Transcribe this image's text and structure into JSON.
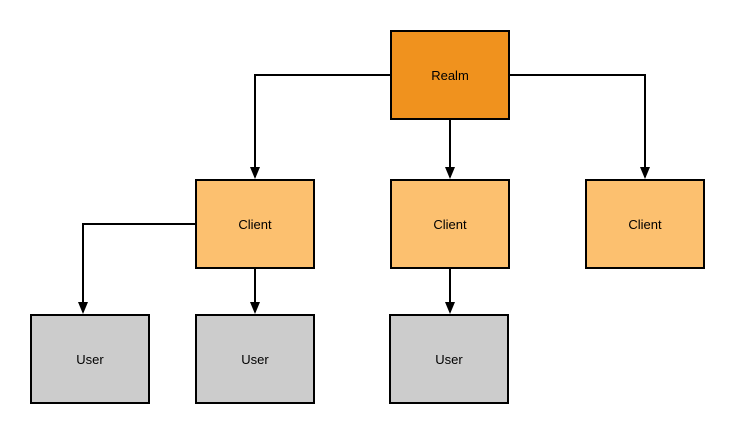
{
  "diagram": {
    "type": "hierarchy",
    "nodes": {
      "realm": {
        "id": "realm",
        "label": "Realm"
      },
      "client1": {
        "id": "client-1",
        "label": "Client"
      },
      "client2": {
        "id": "client-2",
        "label": "Client"
      },
      "client3": {
        "id": "client-3",
        "label": "Client"
      },
      "user1": {
        "id": "user-1",
        "label": "User"
      },
      "user2": {
        "id": "user-2",
        "label": "User"
      },
      "user3": {
        "id": "user-3",
        "label": "User"
      }
    },
    "edges": [
      {
        "from": "realm",
        "to": "client-1"
      },
      {
        "from": "realm",
        "to": "client-2"
      },
      {
        "from": "realm",
        "to": "client-3"
      },
      {
        "from": "client-1",
        "to": "user-1"
      },
      {
        "from": "client-1",
        "to": "user-2"
      },
      {
        "from": "client-2",
        "to": "user-3"
      }
    ],
    "colors": {
      "realm_fill": "#F0921E",
      "client_fill": "#FCC06F",
      "user_fill": "#CCCCCC",
      "border": "#000000",
      "edge": "#000000",
      "text": "#000000",
      "background": "#FFFFFF"
    }
  }
}
